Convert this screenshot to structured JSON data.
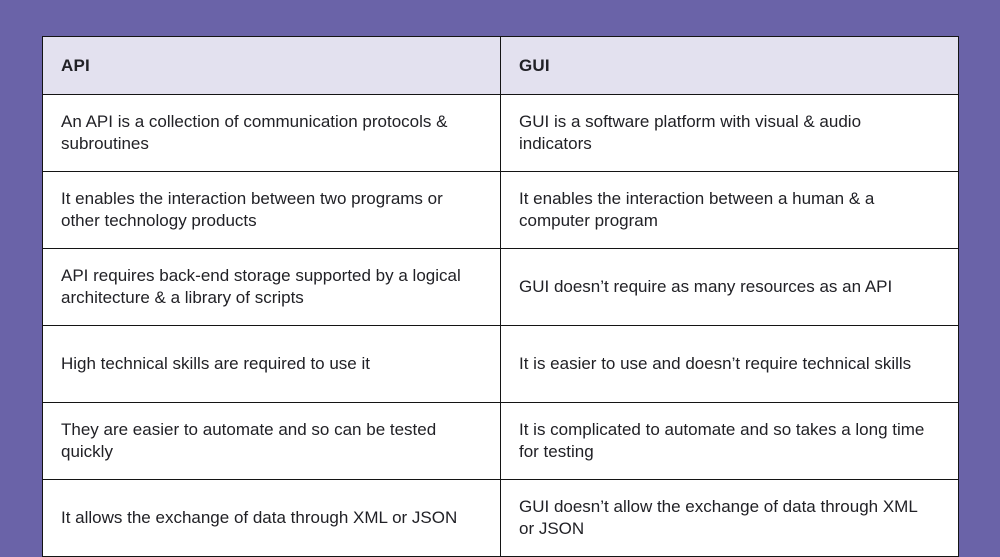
{
  "page": {
    "background_color": "#6a63a8"
  },
  "table": {
    "header_bg": "#e3e1ef",
    "body_bg": "#ffffff",
    "border_color": "#141414",
    "text_color": "#212126",
    "columns": [
      {
        "label": "API"
      },
      {
        "label": "GUI"
      }
    ],
    "rows": [
      {
        "api": "An API is a collection of communication protocols & subroutines",
        "gui": "GUI is a software platform with visual & audio indicators"
      },
      {
        "api": "It enables the interaction between two programs or other technology products",
        "gui": "It enables the interaction between a human & a computer program"
      },
      {
        "api": "API requires back-end storage supported by a logical architecture & a library of scripts",
        "gui": "GUI doesn’t require as many resources as an API"
      },
      {
        "api": "High technical skills are required to use it",
        "gui": "It is easier to use and doesn’t require technical skills"
      },
      {
        "api": "They are easier to automate and so can be tested quickly",
        "gui": "It is complicated to automate and so takes a long time for testing"
      },
      {
        "api": "It allows the exchange of data through XML or JSON",
        "gui": "GUI doesn’t allow the exchange of data through XML or JSON"
      }
    ]
  }
}
